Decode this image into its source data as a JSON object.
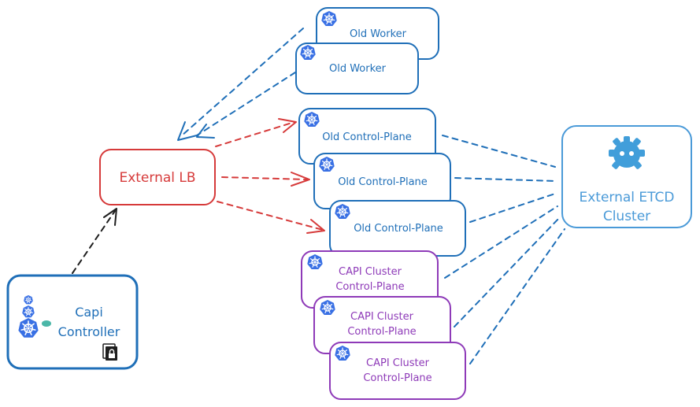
{
  "colors": {
    "blue": "#1f6fb8",
    "red": "#d63a3a",
    "purple": "#8e3ab8",
    "light_blue": "#4a9ad8",
    "black": "#1e1e1e"
  },
  "nodes": {
    "old_worker_back": {
      "label": "Old Worker",
      "icon": "kubernetes-icon"
    },
    "old_worker_front": {
      "label": "Old Worker",
      "icon": "kubernetes-icon"
    },
    "old_cp_1": {
      "label": "Old Control-Plane",
      "icon": "kubernetes-icon"
    },
    "old_cp_2": {
      "label": "Old Control-Plane",
      "icon": "kubernetes-icon"
    },
    "old_cp_3": {
      "label": "Old Control-Plane",
      "icon": "kubernetes-icon"
    },
    "capi_cp_1": {
      "line1": "CAPI Cluster",
      "line2": "Control-Plane",
      "icon": "kubernetes-icon"
    },
    "capi_cp_2": {
      "line1": "CAPI Cluster",
      "line2": "Control-Plane",
      "icon": "kubernetes-icon"
    },
    "capi_cp_3": {
      "line1": "CAPI Cluster",
      "line2": "Control-Plane",
      "icon": "kubernetes-icon"
    },
    "external_lb": {
      "label": "External LB"
    },
    "etcd": {
      "line1": "External ETCD",
      "line2": "Cluster",
      "icon": "etcd-icon"
    },
    "capi_controller": {
      "line1": "Capi",
      "line2": "Controller",
      "icon": "capi-turtle-icon",
      "badge": "lock-document-icon"
    }
  }
}
